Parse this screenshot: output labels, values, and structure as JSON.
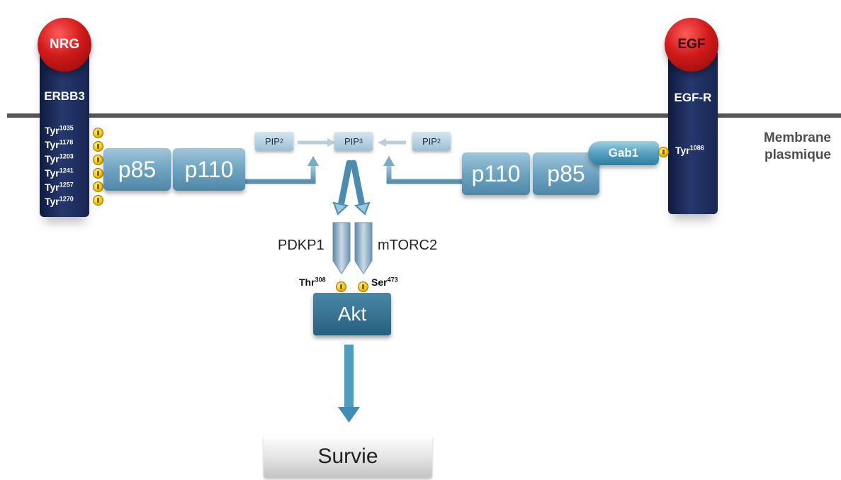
{
  "membrane": {
    "label_line1": "Membrane",
    "label_line2": "plasmique"
  },
  "left_receptor": {
    "ligand": "NRG",
    "name": "ERBB3",
    "sites": [
      {
        "base": "Tyr",
        "num": "1035"
      },
      {
        "base": "Tyr",
        "num": "1178"
      },
      {
        "base": "Tyr",
        "num": "1203"
      },
      {
        "base": "Tyr",
        "num": "1241"
      },
      {
        "base": "Tyr",
        "num": "1257"
      },
      {
        "base": "Tyr",
        "num": "1270"
      }
    ]
  },
  "right_receptor": {
    "ligand": "EGF",
    "name": "EGF-R",
    "site": {
      "base": "Tyr",
      "num": "1086"
    }
  },
  "pi3k_left": {
    "p85": "p85",
    "p110": "p110"
  },
  "pi3k_right": {
    "p110": "p110",
    "p85": "p85"
  },
  "adaptor": "Gab1",
  "lipids": {
    "pip2_left": {
      "base": "PIP",
      "sub": "2"
    },
    "pip3": {
      "base": "PIP",
      "sub": "3"
    },
    "pip2_right": {
      "base": "PIP",
      "sub": "2"
    }
  },
  "kinases": {
    "left": "PDKP1",
    "right": "mTORC2"
  },
  "akt": {
    "label": "Akt",
    "site_left": {
      "base": "Thr",
      "num": "308"
    },
    "site_right": {
      "base": "Ser",
      "num": "473"
    }
  },
  "outcome": "Survie",
  "colors": {
    "membrane": "#565656",
    "receptor": "#1e2c5c",
    "ligand": "#cc1515",
    "pi3k": "#6fa3c0",
    "akt": "#2f6a8a",
    "phospho": "#f4c20d"
  }
}
